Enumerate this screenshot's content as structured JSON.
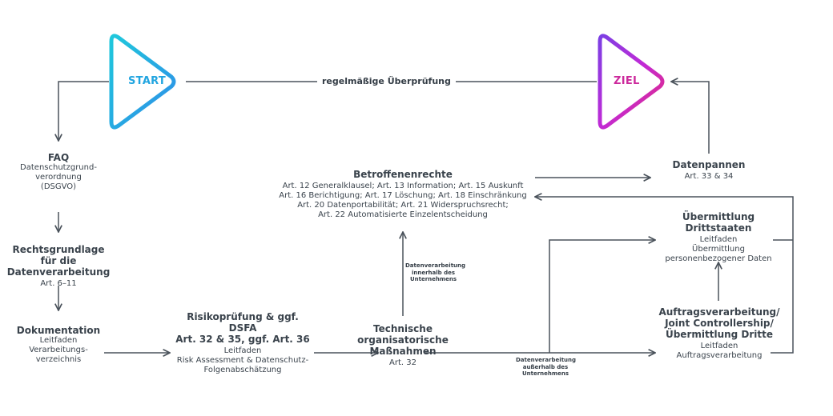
{
  "start_label": "START",
  "ziel_label": "ZIEL",
  "review_label": "regelmäßige Überprüfung",
  "faq": {
    "title": "FAQ",
    "lines": [
      "Datenschutzgrund-",
      "verordnung",
      "(DSGVO)"
    ]
  },
  "rechtsgrundlage": {
    "title_lines": [
      "Rechtsgrundlage",
      "für die Datenverarbeitung"
    ],
    "sub": "Art. 6–11"
  },
  "dokumentation": {
    "title": "Dokumentation",
    "lines": [
      "Leitfaden",
      "Verarbeitungs-",
      "verzeichnis"
    ]
  },
  "risiko": {
    "title_lines": [
      "Risikoprüfung & ggf. DSFA",
      "Art. 32 & 35, ggf. Art. 36"
    ],
    "lines": [
      "Leitfaden",
      "Risk Assessment & Datenschutz-",
      "Folgenabschätzung"
    ]
  },
  "tom": {
    "title_lines": [
      "Technische organisatorische",
      "Maßnahmen"
    ],
    "sub": "Art. 32"
  },
  "betroffenenrechte": {
    "title": "Betroffenenrechte",
    "lines": [
      "Art. 12 Generalklausel; Art. 13 Information; Art. 15 Auskunft",
      "Art. 16 Berichtigung; Art. 17 Löschung; Art. 18 Einschränkung",
      "Art. 20 Datenportabilität; Art. 21 Widerspruchsrecht;",
      "Art. 22 Automatisierte Einzelentscheidung"
    ]
  },
  "datenpannen": {
    "title": "Datenpannen",
    "sub": "Art. 33 & 34"
  },
  "drittstaaten": {
    "title": "Übermittlung Drittstaaten",
    "lines": [
      "Leitfaden",
      "Übermittlung",
      "personenbezogener Daten"
    ]
  },
  "auftrag": {
    "title_lines": [
      "Auftragsverarbeitung/",
      "Joint Controllership/",
      "Übermittlung Dritte"
    ],
    "lines": [
      "Leitfaden",
      "Auftragsverarbeitung"
    ]
  },
  "innerhalb_label": [
    "Datenverarbeitung",
    "innerhalb des",
    "Unternehmens"
  ],
  "ausserhalb_label": [
    "Datenverarbeitung",
    "außerhalb des",
    "Unternehmens"
  ],
  "colors": {
    "line": "#4a525b",
    "text": "#333c45",
    "start_gradient": [
      "#1fc8dc",
      "#2f90e8"
    ],
    "ziel_gradient": [
      "#b92ee0",
      "#e0207a"
    ]
  }
}
